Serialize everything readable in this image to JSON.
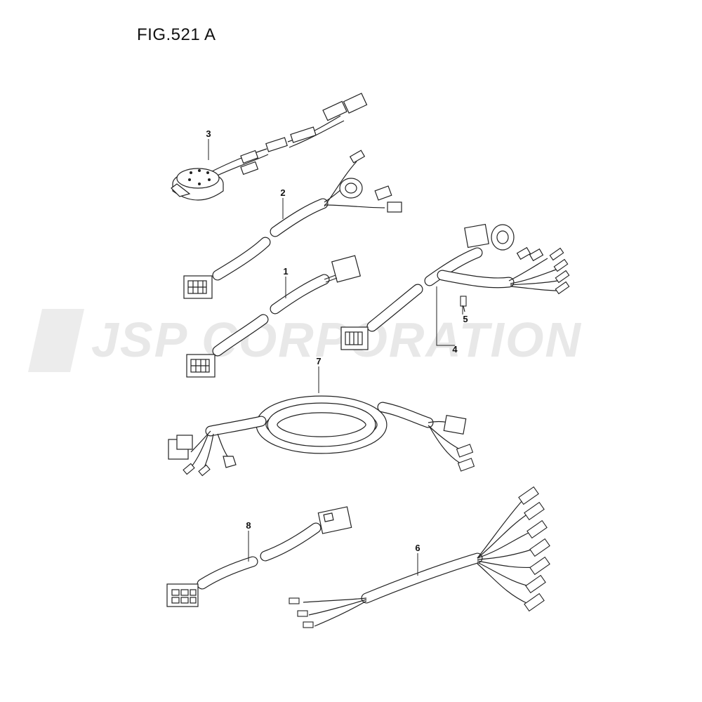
{
  "figure": {
    "title": "FIG.521 A"
  },
  "watermark": {
    "text": "JSP CORPORATION"
  },
  "callouts": [
    {
      "label": "1"
    },
    {
      "label": "2"
    },
    {
      "label": "3"
    },
    {
      "label": "4"
    },
    {
      "label": "5"
    },
    {
      "label": "6"
    },
    {
      "label": "7"
    },
    {
      "label": "8"
    }
  ],
  "colors": {
    "line": "#222222",
    "watermark": "#e8e8e8",
    "background": "#ffffff"
  }
}
